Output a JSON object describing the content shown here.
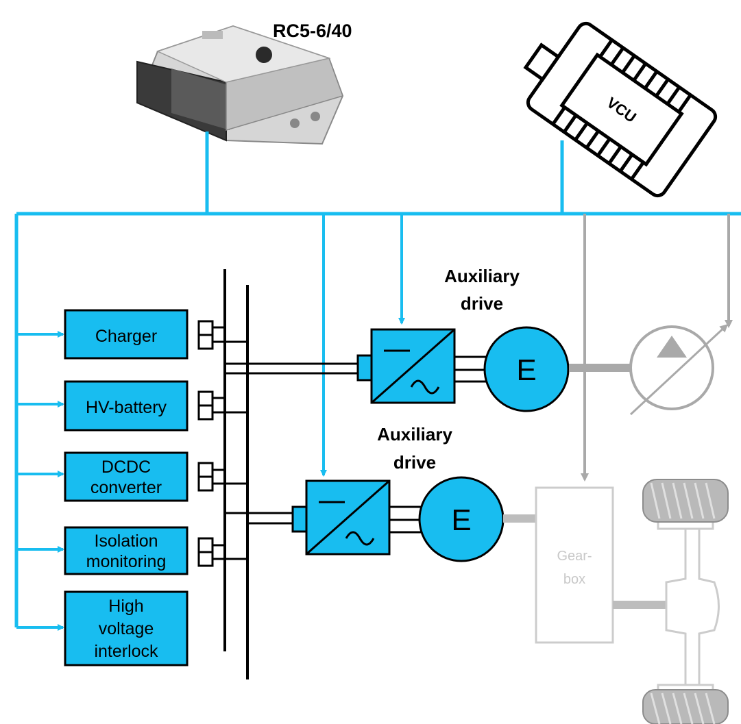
{
  "ecu": {
    "title": "RC5-6/40"
  },
  "vcu": {
    "label": "VCU"
  },
  "components": [
    {
      "lines": [
        "Charger"
      ]
    },
    {
      "lines": [
        "HV-battery"
      ]
    },
    {
      "lines": [
        "DCDC",
        "converter"
      ]
    },
    {
      "lines": [
        "Isolation",
        "monitoring"
      ]
    },
    {
      "lines": [
        "High",
        "voltage",
        "interlock"
      ]
    }
  ],
  "drives": [
    {
      "label_lines": [
        "Auxiliary",
        "drive"
      ],
      "motor": "E"
    },
    {
      "label_lines": [
        "Auxiliary",
        "drive"
      ],
      "motor": "E"
    }
  ],
  "gearbox": {
    "lines": [
      "Gear-",
      "box"
    ]
  },
  "colors": {
    "accent": "#18bdf0",
    "grey": "#a9a9a9",
    "light_grey": "#cccccc",
    "black": "#000000"
  }
}
